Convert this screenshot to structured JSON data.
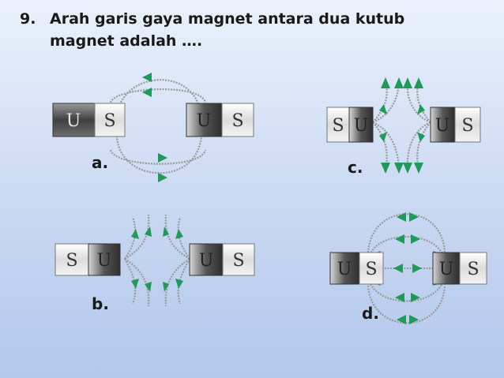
{
  "question": {
    "number": "9.",
    "text": "Arah garis gaya magnet antara dua kutub magnet adalah …."
  },
  "options": {
    "a": "a.",
    "b": "b.",
    "c": "c.",
    "d": "d."
  },
  "poles": {
    "south": "S",
    "north": "U"
  },
  "icons": [
    "bar-magnet-icon",
    "field-line-arrow-icon"
  ],
  "colors": {
    "background_top": "#eaf1fb",
    "background_bottom": "#b3c8ec",
    "field_arrow": "#1f9a5a",
    "field_line": "#8a8a8a",
    "magnet_dark": "#555555",
    "magnet_light": "#e6e6e6"
  }
}
